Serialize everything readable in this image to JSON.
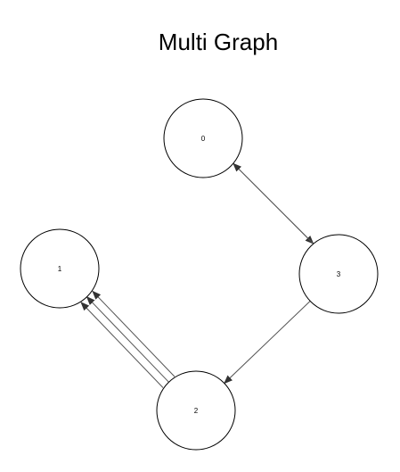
{
  "title": "Multi Graph",
  "colors": {
    "edge": "#555555",
    "node_stroke": "#000000",
    "node_fill": "#ffffff",
    "text": "#000000"
  },
  "nodes": [
    {
      "id": "0",
      "label": "0"
    },
    {
      "id": "1",
      "label": "1"
    },
    {
      "id": "2",
      "label": "2"
    },
    {
      "id": "3",
      "label": "3"
    }
  ],
  "edges": [
    {
      "from": "0",
      "to": "3"
    },
    {
      "from": "3",
      "to": "0"
    },
    {
      "from": "3",
      "to": "2"
    },
    {
      "from": "2",
      "to": "1"
    },
    {
      "from": "2",
      "to": "1"
    },
    {
      "from": "2",
      "to": "1"
    }
  ]
}
